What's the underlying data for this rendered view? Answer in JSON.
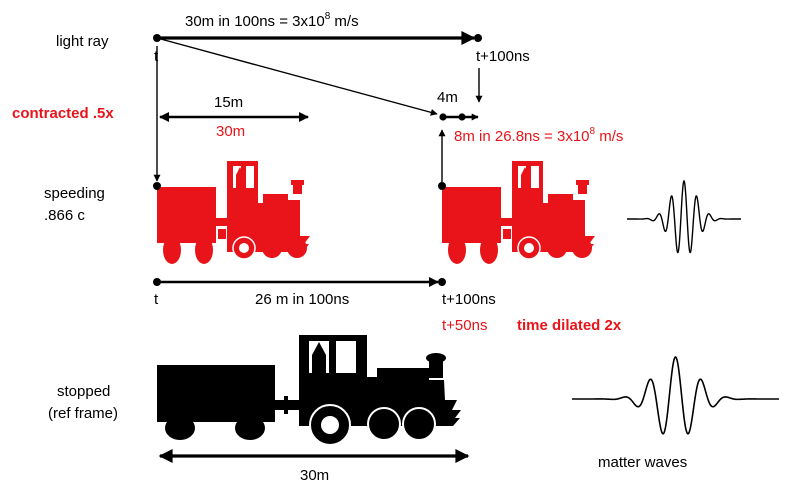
{
  "colors": {
    "accent_red": "#e8141a",
    "ink": "#000000"
  },
  "labels": {
    "light_ray": "light ray",
    "light_eq": "30m in 100ns = 3x10",
    "light_eq_exp": "8",
    "light_eq_unit": " m/s",
    "t_top": "t",
    "t100_top": "t+100ns",
    "contracted": "contracted .5x",
    "len_15m": "15m",
    "len_30m_red": "30m",
    "len_4m": "4m",
    "red_eq": "8m in 26.8ns = 3x10",
    "red_eq_exp": "8",
    "red_eq_unit": " m/s",
    "speeding_1": "speeding",
    "speeding_2": ".866 c",
    "t_mid": "t",
    "dist_26m": "26 m in 100ns",
    "t100_mid": "t+100ns",
    "t50": "t+50ns",
    "time_dilated": "time dilated 2x",
    "stopped_1": "stopped",
    "stopped_2": "(ref frame)",
    "len_30m": "30m",
    "matter_waves": "matter waves"
  }
}
